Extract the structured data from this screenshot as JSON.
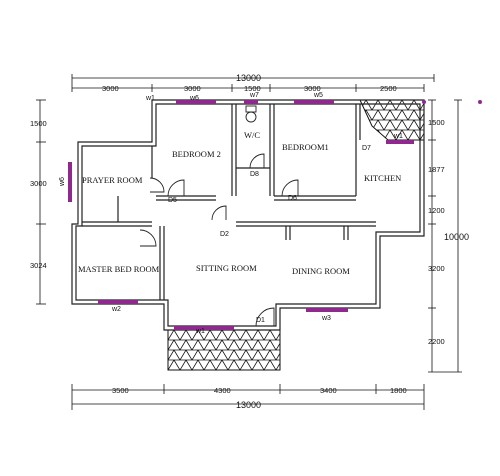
{
  "plan": {
    "overall_width_top": "13000",
    "overall_width_bottom": "13000",
    "overall_height": "10000",
    "top_segments": [
      "3000",
      "3000",
      "1500",
      "3000",
      "2500"
    ],
    "bottom_segments": [
      "3500",
      "4300",
      "3400",
      "1800"
    ],
    "left_segments": [
      "1500",
      "3000",
      "3024"
    ],
    "right_segments": [
      "1500",
      "1877",
      "1200",
      "3200",
      "2200"
    ],
    "rooms": {
      "prayer": "PRAYER ROOM",
      "bedroom2": "BEDROOM 2",
      "wc": "W/C",
      "bedroom1": "BEDROOM1",
      "kitchen": "KITCHEN",
      "master": "MASTER BED ROOM",
      "sitting": "SITTING ROOM",
      "dining": "DINING ROOM"
    },
    "doors": [
      "D1",
      "D2",
      "D5",
      "D6",
      "D7",
      "D8"
    ],
    "windows": [
      "w1",
      "w2",
      "w3",
      "w4",
      "w5",
      "w6",
      "w7",
      "w1",
      "w1"
    ],
    "colors": {
      "wall": "#222222",
      "window": "#8e2a8e",
      "hatch": "#111111"
    }
  }
}
